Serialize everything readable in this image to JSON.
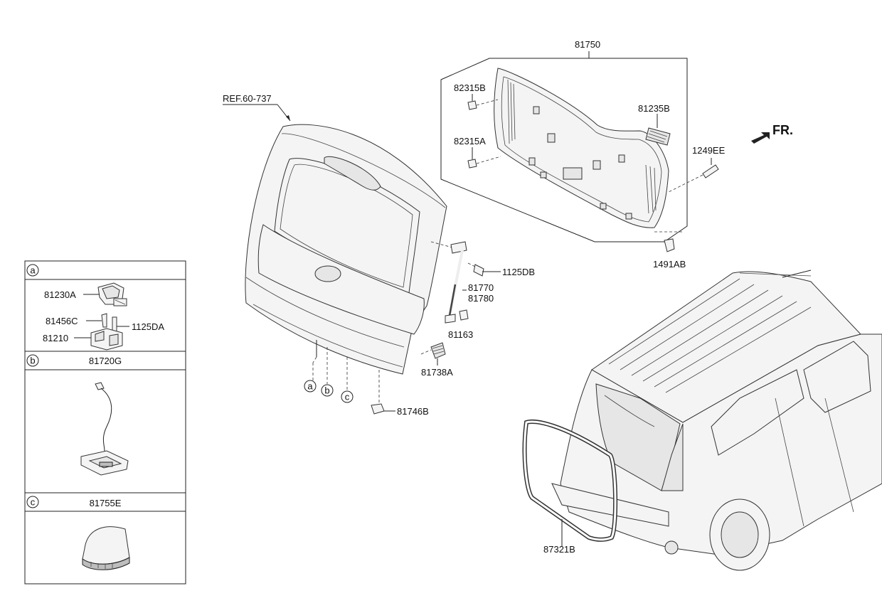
{
  "labels": {
    "ref": "REF.60-737",
    "trim_panel": "81750",
    "clip_b": "82315B",
    "clip_a": "82315A",
    "handle_grip": "81235B",
    "bolt_ee": "1249EE",
    "clip_ab": "1491AB",
    "bolt_db": "1125DB",
    "lifter_1": "81770",
    "lifter_2": "81780",
    "bracket": "81163",
    "stopper": "81738A",
    "bumper": "81746B",
    "weatherstrip": "87321B",
    "front_arrow": "FR."
  },
  "callouts": {
    "a": "a",
    "b": "b",
    "c": "c"
  },
  "legend": {
    "a": {
      "letter": "a",
      "labels": {
        "latch": "81230A",
        "screw": "81456C",
        "bolt": "1125DA",
        "striker": "81210"
      }
    },
    "b": {
      "letter": "b",
      "part": "81720G"
    },
    "c": {
      "letter": "c",
      "part": "81755E"
    }
  }
}
